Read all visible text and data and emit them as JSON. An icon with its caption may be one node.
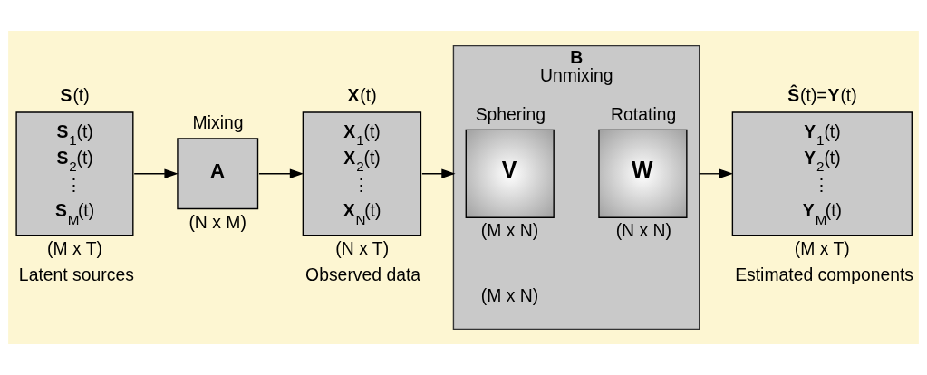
{
  "diagram": {
    "nodes": [
      {
        "text": [
          "**S**(t)",
          "**S**$_{1}$(t)",
          "**S**$_{2}$(t)",
          "⋮",
          "**S**$_{M}$(t)"
        ],
        "beside": [
          "(M x T)",
          "Latent sources"
        ]
      },
      {
        "text": [
          "Mixing",
          "**A**"
        ],
        "beside": [
          "(N x M)"
        ]
      },
      {
        "text": [
          "**X**(t)",
          "**X**$_{1}$(t)",
          "**X**$_{2}$(t)",
          "⋮",
          "**X**$_{N}$(t)"
        ],
        "beside": [
          "(N x T)",
          "Observed data"
        ]
      },
      {
        "text": [
          "**B**",
          "Unmixing"
        ],
        "beside": [
          "(M x N)"
        ]
      },
      {
        "text": [
          "Sphering",
          "**V**"
        ],
        "beside": [
          "(M x N)"
        ],
        "in": 3
      },
      {
        "text": [
          "Rotating",
          "**W**"
        ],
        "beside": [
          "(N x N)"
        ],
        "in": 3
      },
      {
        "text": [
          "**Ŝ**(t)=**Y**(t)",
          "**Y**$_{1}$(t)",
          "**Y**$_{2}$(t)",
          "⋮",
          "**Y**$_{M}$(t)"
        ],
        "beside": [
          "(M x T)",
          "Estimated components"
        ]
      }
    ],
    "edges": [
      {
        "from": 0,
        "to": 1,
        "arrow": "to"
      },
      {
        "from": 1,
        "to": 2,
        "arrow": "to"
      },
      {
        "from": 2,
        "to": 3,
        "arrow": "to"
      },
      {
        "from": 3,
        "to": 6,
        "arrow": "to"
      }
    ]
  }
}
